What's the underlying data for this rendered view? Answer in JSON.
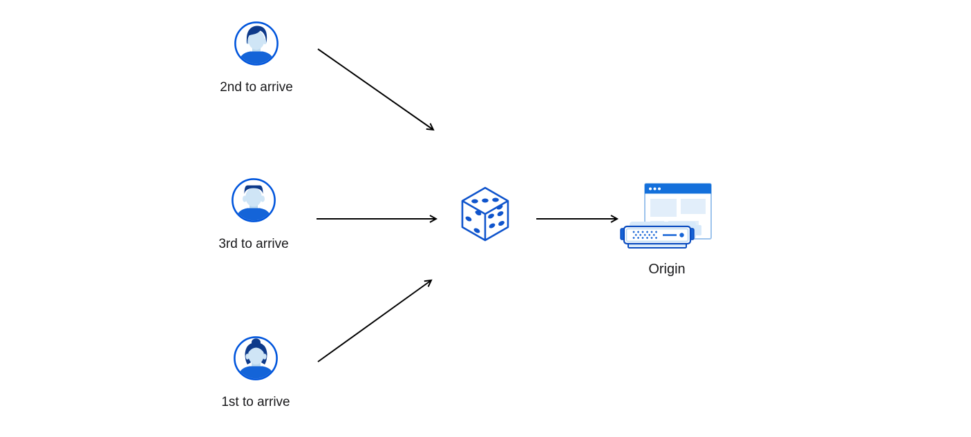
{
  "diagram": {
    "background_color": "#ffffff",
    "arrow_color": "#000000",
    "accent_blue": "#0f54cc",
    "avatar_ring_blue": "#0055dc",
    "dark_navy_hair": "#0e3a8a",
    "light_blue_skin": "#cfe5f6",
    "shirt_blue": "#1464d8",
    "window_titlebar_blue": "#1470db",
    "window_block_blue": "#e2eefa",
    "clients": [
      {
        "label": "2nd to arrive",
        "icon": "man-avatar-icon"
      },
      {
        "label": "3rd to arrive",
        "icon": "man-avatar-icon"
      },
      {
        "label": "1st to arrive",
        "icon": "woman-avatar-icon"
      }
    ],
    "randomizer": {
      "icon": "dice-icon"
    },
    "origin": {
      "label": "Origin",
      "icon": "origin-server-icon"
    }
  }
}
